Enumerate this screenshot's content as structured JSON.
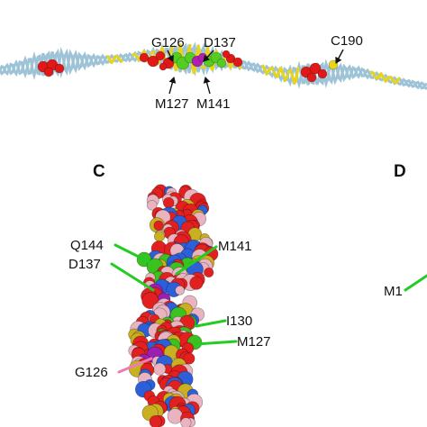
{
  "panels": [
    {
      "letter": "C"
    },
    {
      "letter": "D"
    }
  ],
  "ribbon_labels": [
    "G126",
    "D137",
    "C190",
    "M127",
    "M141"
  ],
  "model_labels": [
    "Q144",
    "M141",
    "D137",
    "I130",
    "M127",
    "G126"
  ],
  "panel_d_partial_label": "M1",
  "colors": {
    "ribbon_blue": "#9ec3d6",
    "ribbon_yellow": "#e8d418",
    "residue_red": "#e01818",
    "residue_green": "#55cc22",
    "residue_magenta": "#b01fb0",
    "atom_red": "#e32020",
    "atom_pink": "#e9b4c0",
    "atom_yellow": "#c8b020",
    "atom_blue": "#2c5fd8",
    "atom_green": "#3cc21e",
    "atom_magenta": "#9b1fb0",
    "arrow_green": "#22cc22",
    "arrow_pink": "#f07ab4"
  }
}
